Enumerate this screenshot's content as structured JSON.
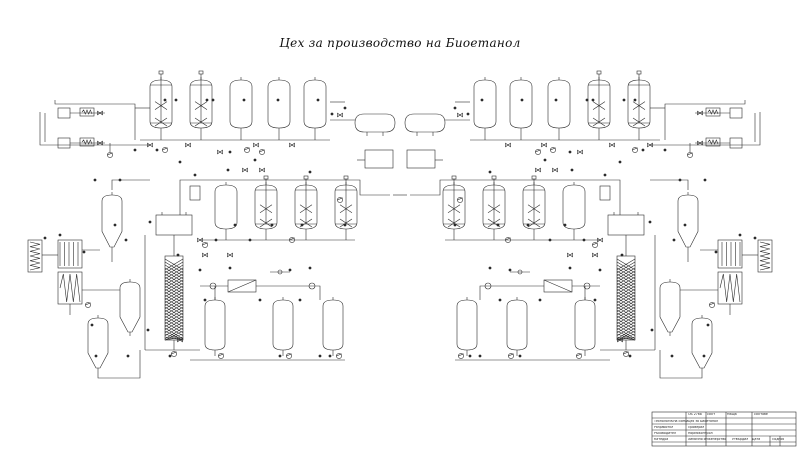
{
  "title": "Цех за производство на Биоетанол",
  "colors": {
    "line": "#2b2b2b",
    "background": "#ffffff"
  },
  "title_block": {
    "doc_number": "ОБ 2768",
    "sheet_label": "Лист",
    "scale_label": "Маща",
    "sheets_label": "Листове",
    "line1": "Технологична схема",
    "line2": "Цех за Биоетанол",
    "line3": "Разработил",
    "line4": "Проверил",
    "line5": "Ръководител",
    "line6": "Нормоконтрол",
    "line7": "Катедра",
    "line8": "Химично инженерство",
    "line9": "Утвърдил",
    "line10": "Дата",
    "line11": "Подпис"
  }
}
